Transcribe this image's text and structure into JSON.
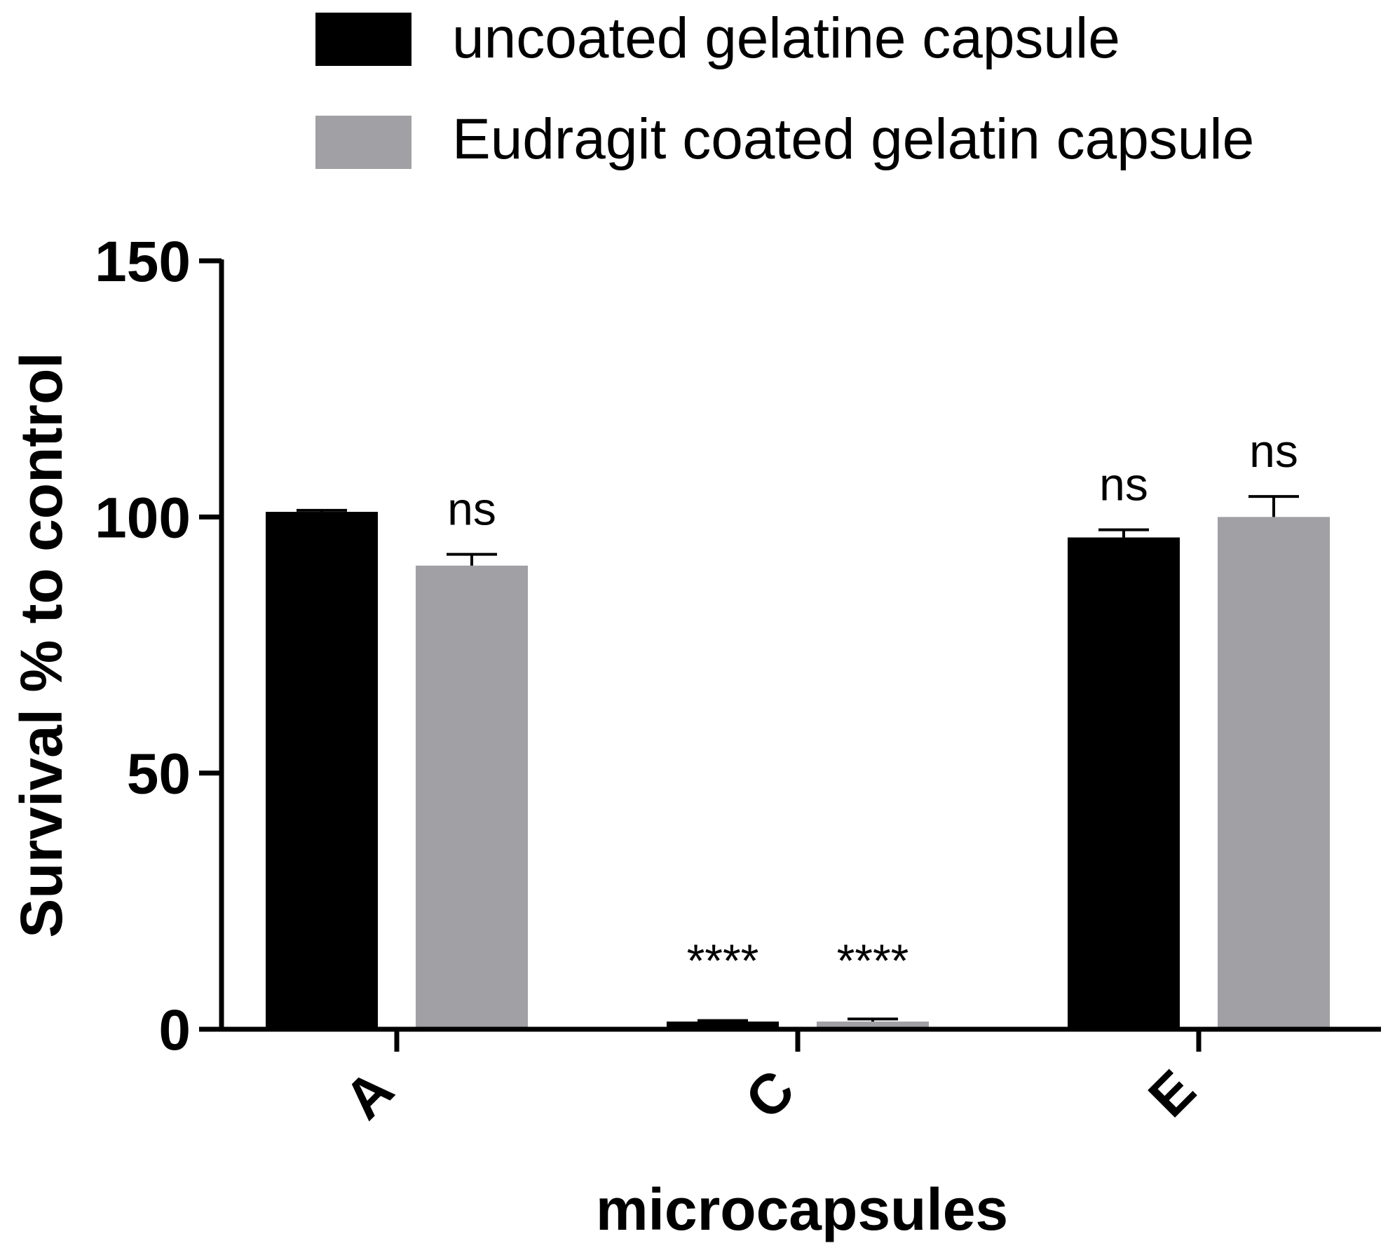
{
  "chart_data": {
    "type": "bar",
    "categories": [
      "A",
      "C",
      "E"
    ],
    "series": [
      {
        "name": "uncoated gelatine capsule",
        "color": "#000000",
        "values": [
          101,
          1.5,
          96
        ],
        "errors": [
          0.3,
          0.2,
          1.5
        ],
        "annotations": [
          "",
          "****",
          "ns"
        ]
      },
      {
        "name": "Eudragit coated gelatin capsule",
        "color": "#a0a0a5",
        "values": [
          90.5,
          1.5,
          100
        ],
        "errors": [
          2.2,
          0.5,
          4
        ],
        "annotations": [
          "ns",
          "****",
          "ns"
        ]
      }
    ],
    "title": "",
    "xlabel": "microcapsules",
    "ylabel": "Survival % to control",
    "ylim": [
      0,
      150
    ],
    "yticks": [
      "0",
      "50",
      "100",
      "150"
    ],
    "grid": false,
    "legend_position": "top"
  }
}
